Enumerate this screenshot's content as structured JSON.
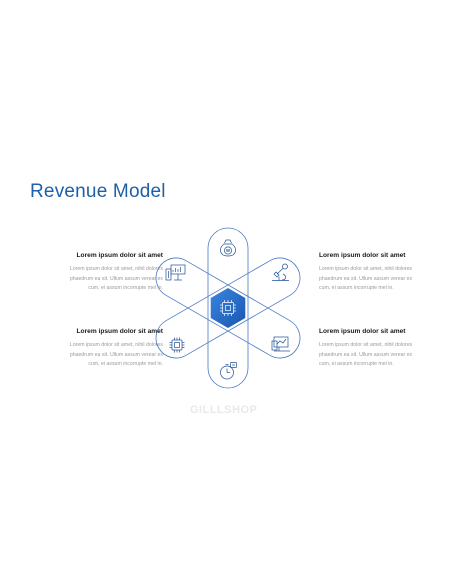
{
  "title": "Revenue Model",
  "watermark": "GILLLSHOP",
  "colors": {
    "accent": "#1f5fa8",
    "outline": "#4a78c4",
    "center_fill": "#2a6fd0"
  },
  "icons": {
    "top": "money-bag-icon",
    "upper_right": "microscope-icon",
    "lower_right": "presentation-icon",
    "bottom": "stopwatch-icon",
    "lower_left": "cpu-chip-icon",
    "upper_left": "chart-board-icon",
    "center": "processor-icon"
  },
  "blocks": [
    {
      "head": "Lorem ipsum dolor sit amet",
      "lines": [
        "Lorem ipsum dolor sit amet, nihil dolores",
        "phaedrum ea sit. Ullum assum verear ex",
        "cum, ei assum incorrupte mel in."
      ]
    },
    {
      "head": "Lorem ipsum dolor sit amet",
      "lines": [
        "Lorem ipsum dolor sit amet, nihil dolores",
        "phaedrum ea sit. Ullum assum verear ex",
        "cum, ei assum incorrupte mel in."
      ]
    },
    {
      "head": "Lorem ipsum dolor sit amet",
      "lines": [
        "Lorem ipsum dolor sit amet, nihil dolores",
        "phaedrum ea sit. Ullum assum verear ex",
        "cum, ei assum incorrupte mel in."
      ]
    },
    {
      "head": "Lorem ipsum dolor sit amet",
      "lines": [
        "Lorem ipsum dolor sit amet, nihil dolores",
        "phaedrum ea sit. Ullum assum verear ex",
        "cum, ei assum incorrupte mel in."
      ]
    }
  ]
}
